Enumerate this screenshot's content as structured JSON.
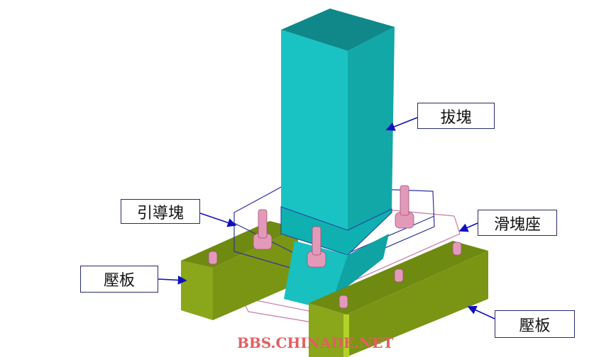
{
  "labels": {
    "punch_block": "拔塊",
    "guide_block": "引導塊",
    "slider_seat": "滑塊座",
    "pressure_plate_left": "壓板",
    "pressure_plate_right": "壓板"
  },
  "watermark": "BBS.CHINADE.NET",
  "colors": {
    "block_light": "#17c1c1",
    "block_dark": "#0e9c9c",
    "plate": "#8aa61a",
    "pin": "#e39ab8",
    "arrow": "#1010c0",
    "watermark": "#e06060"
  }
}
